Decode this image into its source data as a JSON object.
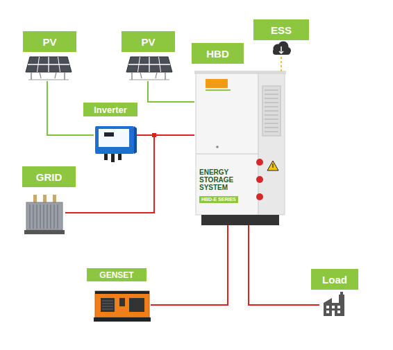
{
  "diagram": {
    "nodes": [
      {
        "text": [
          "PV"
        ]
      },
      {
        "text": [
          "PV"
        ]
      },
      {
        "text": [
          "ESS"
        ]
      },
      {
        "text": [
          "HBD"
        ]
      },
      {
        "text": [
          "Inverter"
        ]
      },
      {
        "text": [
          "GRID"
        ]
      },
      {
        "text": [
          "GENSET"
        ]
      },
      {
        "text": [
          "Load"
        ]
      }
    ],
    "edges": [
      {
        "from": 0,
        "to": 4,
        "arrow": "none"
      },
      {
        "from": 1,
        "to": 3,
        "arrow": "none"
      },
      {
        "from": 4,
        "to": 3,
        "arrow": "none"
      },
      {
        "from": 5,
        "to": 3,
        "arrow": "none"
      },
      {
        "from": 6,
        "to": 3,
        "arrow": "none"
      },
      {
        "from": 3,
        "to": 7,
        "arrow": "none"
      },
      {
        "from": 2,
        "to": 3,
        "arrow": "none"
      }
    ],
    "labels": [
      "ENERGY STORAGE SYSTEM",
      "HBD-E SERIES"
    ]
  }
}
